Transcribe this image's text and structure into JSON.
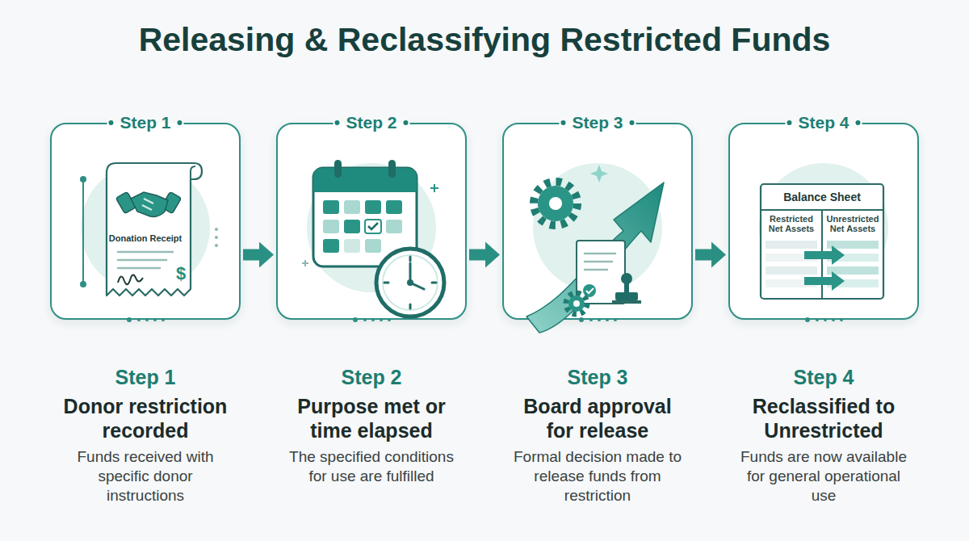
{
  "diagram": {
    "title": "Releasing & Reclassifying Restricted Funds",
    "nodes": [
      {
        "text": [
          "Step 1",
          "Step 1",
          "Donor restriction recorded",
          "Funds received with specific donor instructions"
        ]
      },
      {
        "text": [
          "Step 2",
          "Step 2",
          "Purpose met or time elapsed",
          "The specified conditions for use are fulfilled"
        ]
      },
      {
        "text": [
          "Step 3",
          "Step 3",
          "Board approval for release",
          "Formal decision made to release funds from restriction"
        ]
      },
      {
        "text": [
          "Step 4",
          "Step 4",
          "Reclassified to Unrestricted",
          "Funds are now available for general operational use"
        ]
      }
    ],
    "edges": [
      {
        "from": 0,
        "to": 1,
        "arrow": "to"
      },
      {
        "from": 1,
        "to": 2,
        "arrow": "to"
      },
      {
        "from": 2,
        "to": 3,
        "arrow": "to"
      }
    ],
    "labels": [
      "Donation Receipt",
      "$",
      "Balance Sheet",
      "Restricted Net Assets",
      "Unrestricted Net Assets"
    ]
  }
}
